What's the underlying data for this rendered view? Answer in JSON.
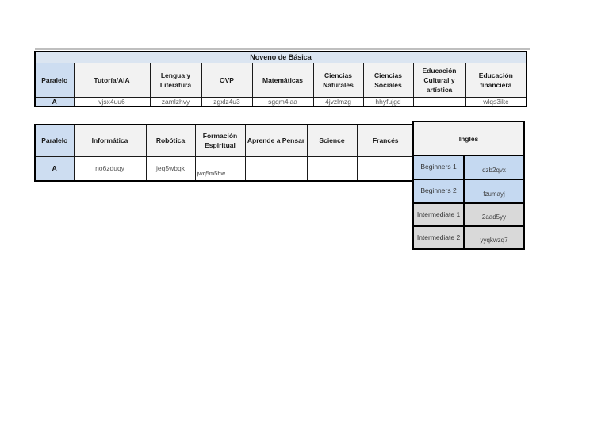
{
  "table1": {
    "title": "Noveno de Básica",
    "headers": [
      "Paralelo",
      "Tutoría/AIA",
      "Lengua y Literatura",
      "OVP",
      "Matemáticas",
      "Ciencias Naturales",
      "Ciencias Sociales",
      "Educación Cultural y artística",
      "Educación financiera"
    ],
    "row": {
      "paralelo": "A",
      "codes": [
        "vjsx4uu6",
        "zamlzhvy",
        "zgxlz4u3",
        "sgqm4iaa",
        "4jvzlmzg",
        "hhyfujgd",
        "",
        "wlqs3ikc"
      ]
    }
  },
  "table2": {
    "headers": [
      "Paralelo",
      "Informática",
      "Robótica",
      "Formación Espiritual",
      "Aprende a Pensar",
      "Science",
      "Francés"
    ],
    "row": {
      "paralelo": "A",
      "codes": [
        "no6zduqy",
        "jeq5wbqk",
        "jwq5m5hw",
        "",
        "",
        ""
      ]
    }
  },
  "english": {
    "header": "Inglés",
    "levels": [
      {
        "label": "Beginners 1",
        "code": "dzb2qvx"
      },
      {
        "label": "Beginners 2",
        "code": "fzumayj"
      },
      {
        "label": "Intermediate 1",
        "code": "2aad5yy"
      },
      {
        "label": "Intermediate 2",
        "code": "yyqkwzq7"
      }
    ]
  },
  "colors": {
    "title_bg": "#dbe5f1",
    "paralelo_bg": "#cdddf1",
    "header_bg": "#f2f2f2",
    "beginners_bg": "#c5d9f1",
    "intermediate_bg": "#d9d9d9",
    "code_text": "#595959",
    "border": "#000000"
  }
}
